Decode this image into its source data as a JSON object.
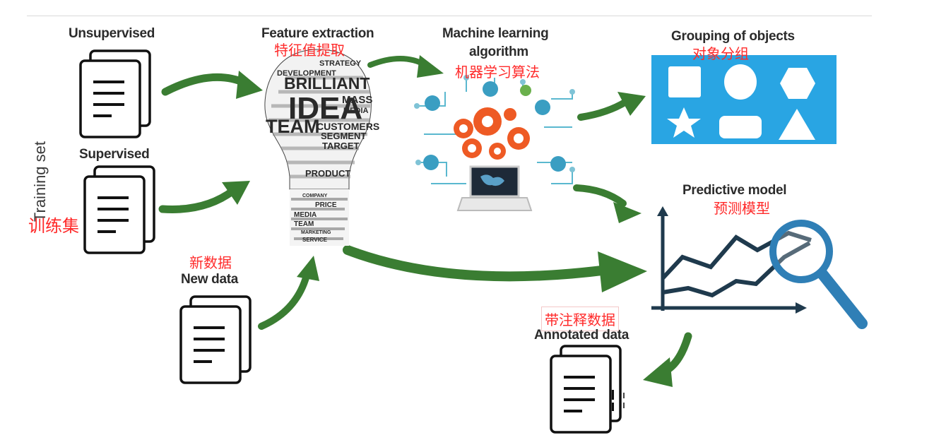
{
  "labels": {
    "unsupervised": "Unsupervised",
    "supervised": "Supervised",
    "training_set": "Training set",
    "training_set_zh": "训练集",
    "new_data": "New data",
    "new_data_zh": "新数据",
    "feature_extraction": "Feature extraction",
    "feature_extraction_zh": "特征值提取",
    "ml_line1": "Machine learning",
    "ml_line2": "algorithm",
    "ml_zh": "机器学习算法",
    "grouping": "Grouping of objects",
    "grouping_zh": "对象分组",
    "predictive": "Predictive model",
    "predictive_zh": "预测模型",
    "annotated": "Annotated data",
    "annotated_zh": "带注释数据"
  },
  "bulb_words": {
    "strategy": "STRATEGY",
    "development": "DEVELOPMENT",
    "brilliant": "BRILLIANT",
    "idea": "IDEA",
    "mass": "MASS",
    "media": "MEDIA",
    "team": "TEAM",
    "customers": "CUSTOMERS",
    "segment": "SEGMENT",
    "target": "TARGET",
    "product": "PRODUCT",
    "company": "COMPANY",
    "price": "PRICE",
    "media2": "MEDIA",
    "team2": "TEAM",
    "marketing": "MARKETING",
    "service": "SERVICE"
  },
  "colors": {
    "arrow_green": "#3a7d32",
    "panel_blue": "#29a5e3",
    "gear_orange": "#ee5a24",
    "lens_blue": "#2f7fb6",
    "annotation_red": "#ff2a2a"
  }
}
